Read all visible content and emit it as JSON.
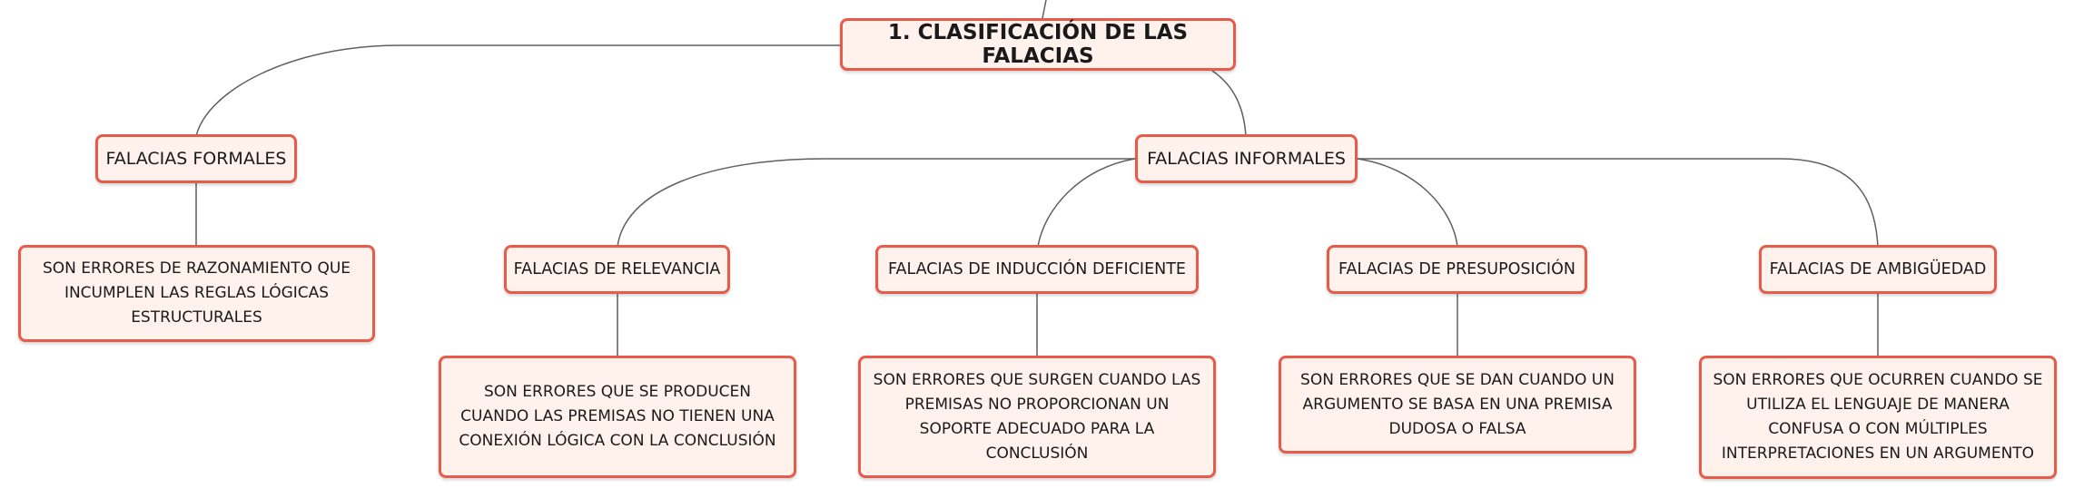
{
  "root": {
    "label": "1. CLASIFICACIÓN DE LAS FALACIAS"
  },
  "formales": {
    "label": "FALACIAS FORMALES",
    "description": "SON ERRORES DE RAZONAMIENTO QUE INCUMPLEN LAS REGLAS LÓGICAS ESTRUCTURALES"
  },
  "informales": {
    "label": "FALACIAS INFORMALES",
    "types": [
      {
        "label": "FALACIAS DE RELEVANCIA",
        "description": "SON ERRORES QUE SE PRODUCEN CUANDO LAS PREMISAS NO TIENEN UNA CONEXIÓN LÓGICA CON LA CONCLUSIÓN"
      },
      {
        "label": "FALACIAS DE INDUCCIÓN DEFICIENTE",
        "description": "SON ERRORES QUE SURGEN CUANDO LAS PREMISAS NO PROPORCIONAN UN SOPORTE ADECUADO PARA LA CONCLUSIÓN"
      },
      {
        "label": "FALACIAS DE PRESUPOSICIÓN",
        "description": "SON ERRORES QUE SE DAN CUANDO UN ARGUMENTO SE BASA EN UNA PREMISA DUDOSA O FALSA"
      },
      {
        "label": "FALACIAS DE AMBIGÜEDAD",
        "description": "SON ERRORES QUE OCURREN CUANDO SE UTILIZA EL LENGUAJE DE MANERA CONFUSA O CON MÚLTIPLES INTERPRETACIONES EN UN ARGUMENTO"
      }
    ]
  },
  "colors": {
    "node_border": "#e65c48",
    "node_fill": "#fff1ec",
    "connector": "#5f5f5f"
  }
}
